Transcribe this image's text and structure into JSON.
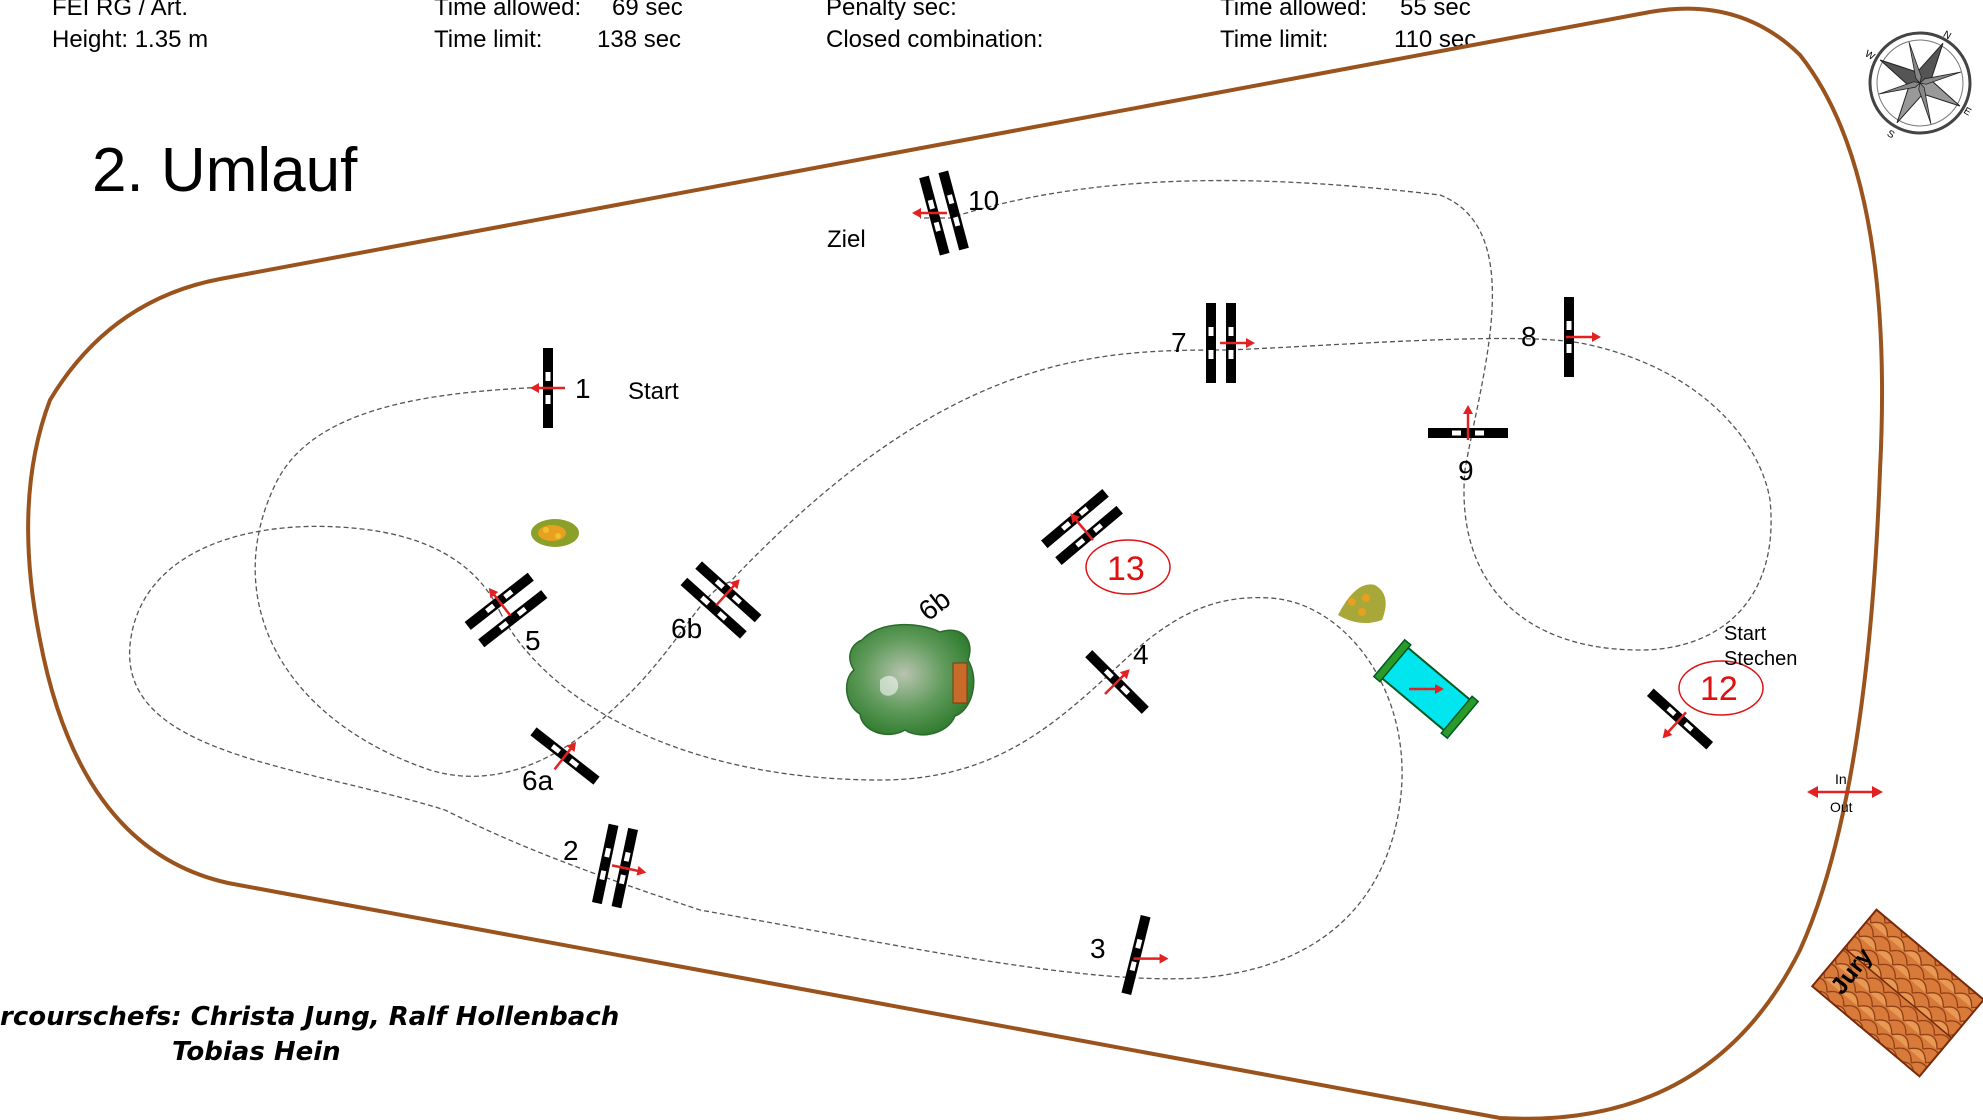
{
  "header": {
    "col1": {
      "line1": "FEI RG / Art.",
      "line2": "Height: 1.35 m"
    },
    "col2": {
      "line1_label": "Time allowed:",
      "line1_value": "69 sec",
      "line2_label": "Time limit:",
      "line2_value": "138 sec"
    },
    "col3": {
      "line1": "Penalty sec:",
      "line2": "Closed combination:"
    },
    "col4": {
      "line1_label": "Time allowed:",
      "line1_value": "55 sec",
      "line2_label": "Time limit:",
      "line2_value": "110 sec"
    }
  },
  "title": "2. Umlauf",
  "course_designers": {
    "line1": "rcourschefs: Christa Jung, Ralf Hollenbach",
    "line2": "Tobias  Hein"
  },
  "labels": {
    "start": "Start",
    "finish": "Ziel",
    "jump_off_start_line1": "Start",
    "jump_off_start_line2": "Stechen",
    "in": "In",
    "out": "Out",
    "jury": "Jury",
    "decor_6b": "6b"
  },
  "compass": {
    "n": "N",
    "e": "E",
    "s": "S",
    "w": "W"
  },
  "obstacles": {
    "o1": "1",
    "o2": "2",
    "o3": "3",
    "o4": "4",
    "o5": "5",
    "o6a": "6a",
    "o6b": "6b",
    "o7": "7",
    "o8": "8",
    "o9": "9",
    "o10": "10"
  },
  "jump_off": {
    "j12": "12",
    "j13": "13"
  },
  "colors": {
    "arena_border": "#9a531c",
    "track": "#555555",
    "arrow": "#e22222",
    "jump_off_number": "#e01010",
    "water": "#00e5ee",
    "tree": "#3a8a3a",
    "flowers": "#e8a020",
    "jury_roof": "#c8642a"
  },
  "icons": [
    "compass-rose-icon",
    "tree-icon",
    "flower-bed-icon",
    "water-jump-icon",
    "jury-box-icon"
  ]
}
